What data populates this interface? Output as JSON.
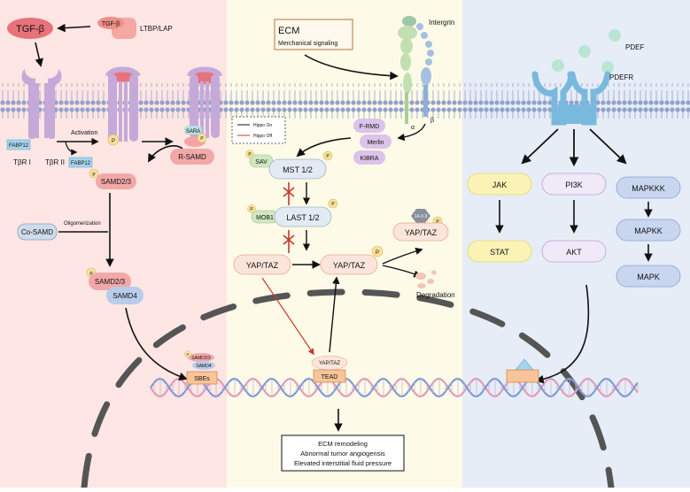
{
  "tgf": {
    "tgf_beta": "TGF-β",
    "tgf_beta_small": "TGF-β",
    "ltbp_lap": "LTBP/LAP",
    "fabp12_membrane": "FABP12",
    "fabp12_lower": "FABP12",
    "receptor_1": "TβR I",
    "receptor_2": "TβR II",
    "activation": "Activation",
    "sara": "SARA",
    "samd23_top": "SAMD2/3",
    "r_samd": "R-SAMD",
    "co_samd": "Co-SAMD",
    "oligomerization": "Oligomerization",
    "samd23_complex": "SAMD2/3",
    "samd4": "SAMD4",
    "sbe_samd23": "SAMD2/3",
    "sbe_samd4": "SAMD4",
    "sbes": "SBEs",
    "p": "P"
  },
  "hippo": {
    "ecm_title": "ECM",
    "ecm_subtitle": "Merchanical signaling",
    "integrin": "Intergrin",
    "alpha": "α",
    "beta": "β",
    "f_rmd": "F-RMD",
    "merlin": "Merlin",
    "kibra": "KIBRA",
    "legend_on": "Hippo On",
    "legend_off": "Hippo Off",
    "sav": "SAV",
    "mst": "MST 1/2",
    "mob1": "MOB1",
    "last": "LAST 1/2",
    "yap_left": "YAP/TAZ",
    "yap_center": "YAP/TAZ",
    "yap_phos": "YAP/TAZ",
    "protein_1433": "14-3-3",
    "degradation": "Degradation",
    "yap_nucleus": "YAP/TAZ",
    "tead": "TEAD",
    "outcome_1": "ECM remodeling",
    "outcome_2": "Abnormal tumor angiogensis",
    "outcome_3": "Elevated interstitial fluid pressure"
  },
  "pdgf": {
    "pdef": "PDEF",
    "pdefr": "PDEFR",
    "jak": "JAK",
    "stat": "STAT",
    "pi3k": "PI3K",
    "akt": "AKT",
    "mapkkk": "MAPKKK",
    "mapkk": "MAPKK",
    "mapk": "MAPK"
  },
  "colors": {
    "panel_left": "#fde6e3",
    "panel_center": "#fdfbe8",
    "panel_right": "#e6edf7",
    "membrane": "#93a1cc",
    "receptor": "#c5a9d8",
    "tgf": "#e8727a",
    "phospho": "#f7e19a",
    "inhibit": "#c8382b",
    "dna_pink": "#e29bb5",
    "dna_blue": "#7d9ad6"
  }
}
